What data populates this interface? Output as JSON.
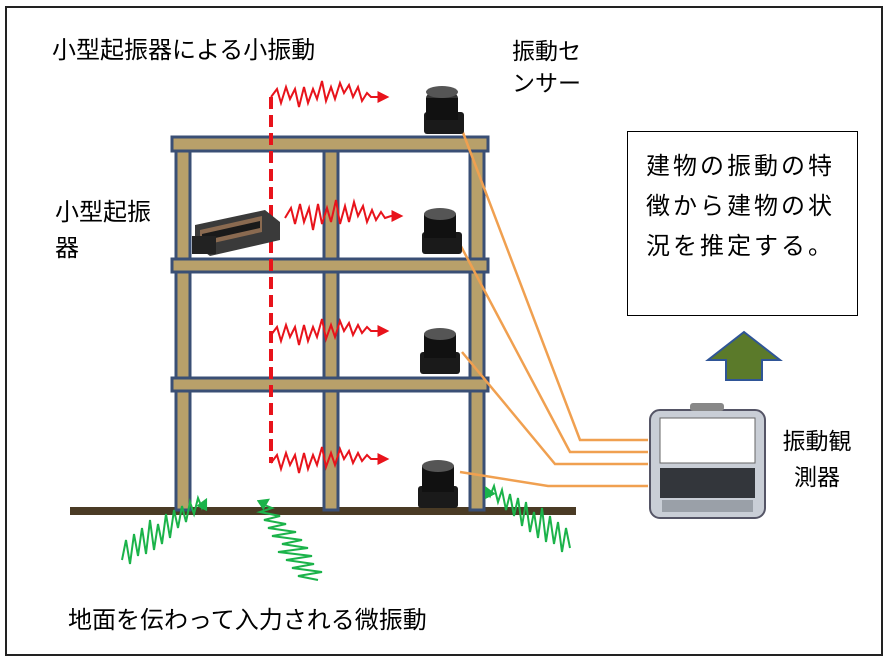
{
  "labels": {
    "title": "小型起振器による小振動",
    "sensor": "振動センサー",
    "exciter": "小型起振器",
    "recorder": "振動観測器",
    "ground_vibration": "地面を伝わって入力される微振動"
  },
  "callout": {
    "text": "建物の振動の特徴から建物の状況を推定する。"
  },
  "colors": {
    "frame": "#3a4f75",
    "frame_fill": "#b8a06a",
    "ground": "#4a3b25",
    "red_wave": "#e8131b",
    "green_wave": "#1bb34a",
    "cable": "#f0a050",
    "arrow": "#5b7a2a"
  }
}
